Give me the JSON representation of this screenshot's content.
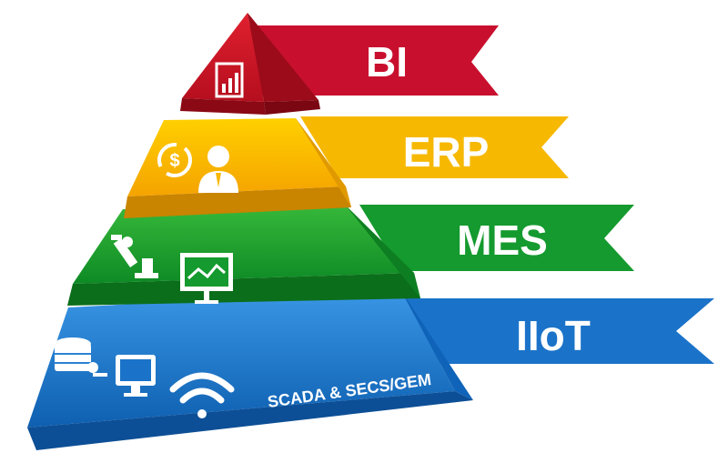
{
  "tiers": [
    {
      "label": "BI",
      "color": "#C8102E",
      "icons": [
        "report-chart-icon"
      ]
    },
    {
      "label": "ERP",
      "color": "#F6B800",
      "icons": [
        "money-cycle-icon",
        "businessman-icon"
      ]
    },
    {
      "label": "MES",
      "color": "#149A2E",
      "icons": [
        "robot-arm-icon",
        "presentation-board-icon"
      ]
    },
    {
      "label": "IIoT",
      "color": "#1A73C9",
      "icons": [
        "database-key-icon",
        "monitor-icon",
        "wifi-icon"
      ],
      "caption": "SCADA & SECS/GEM"
    }
  ]
}
